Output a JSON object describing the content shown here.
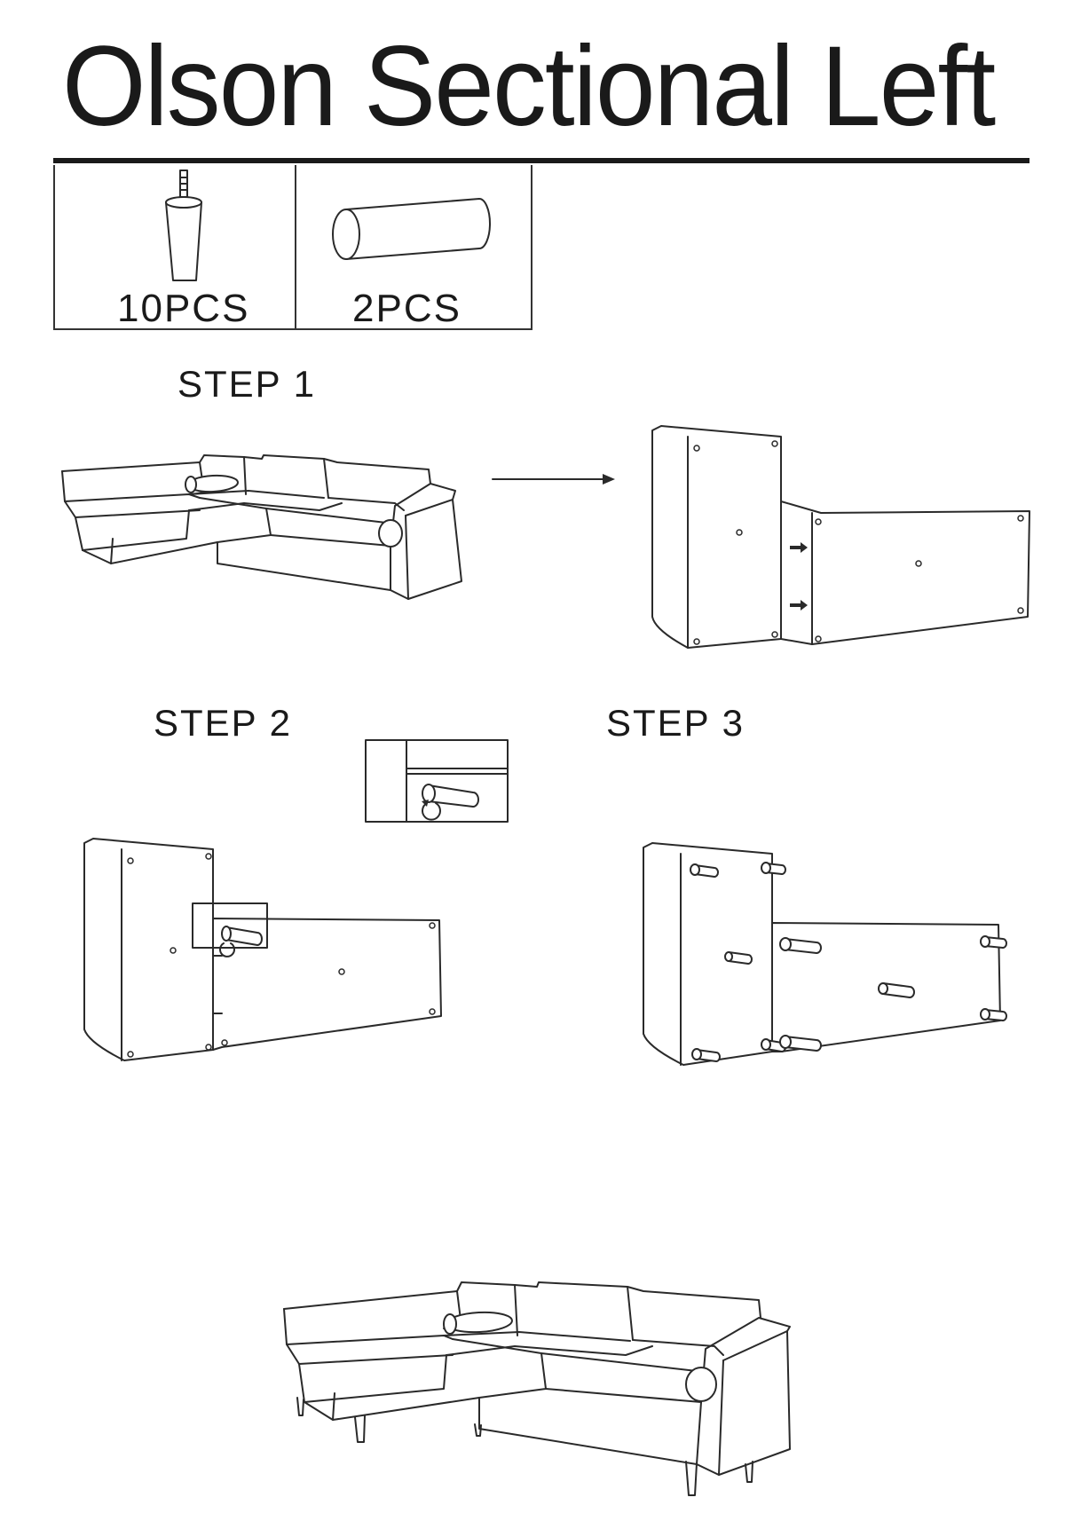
{
  "title": "Olson Sectional Left",
  "parts": [
    {
      "icon": "sofa-leg-icon",
      "quantity": "10PCS"
    },
    {
      "icon": "bolster-pillow-icon",
      "quantity": "2PCS"
    }
  ],
  "steps": [
    {
      "label": "STEP 1"
    },
    {
      "label": "STEP 2"
    },
    {
      "label": "STEP 3"
    }
  ]
}
